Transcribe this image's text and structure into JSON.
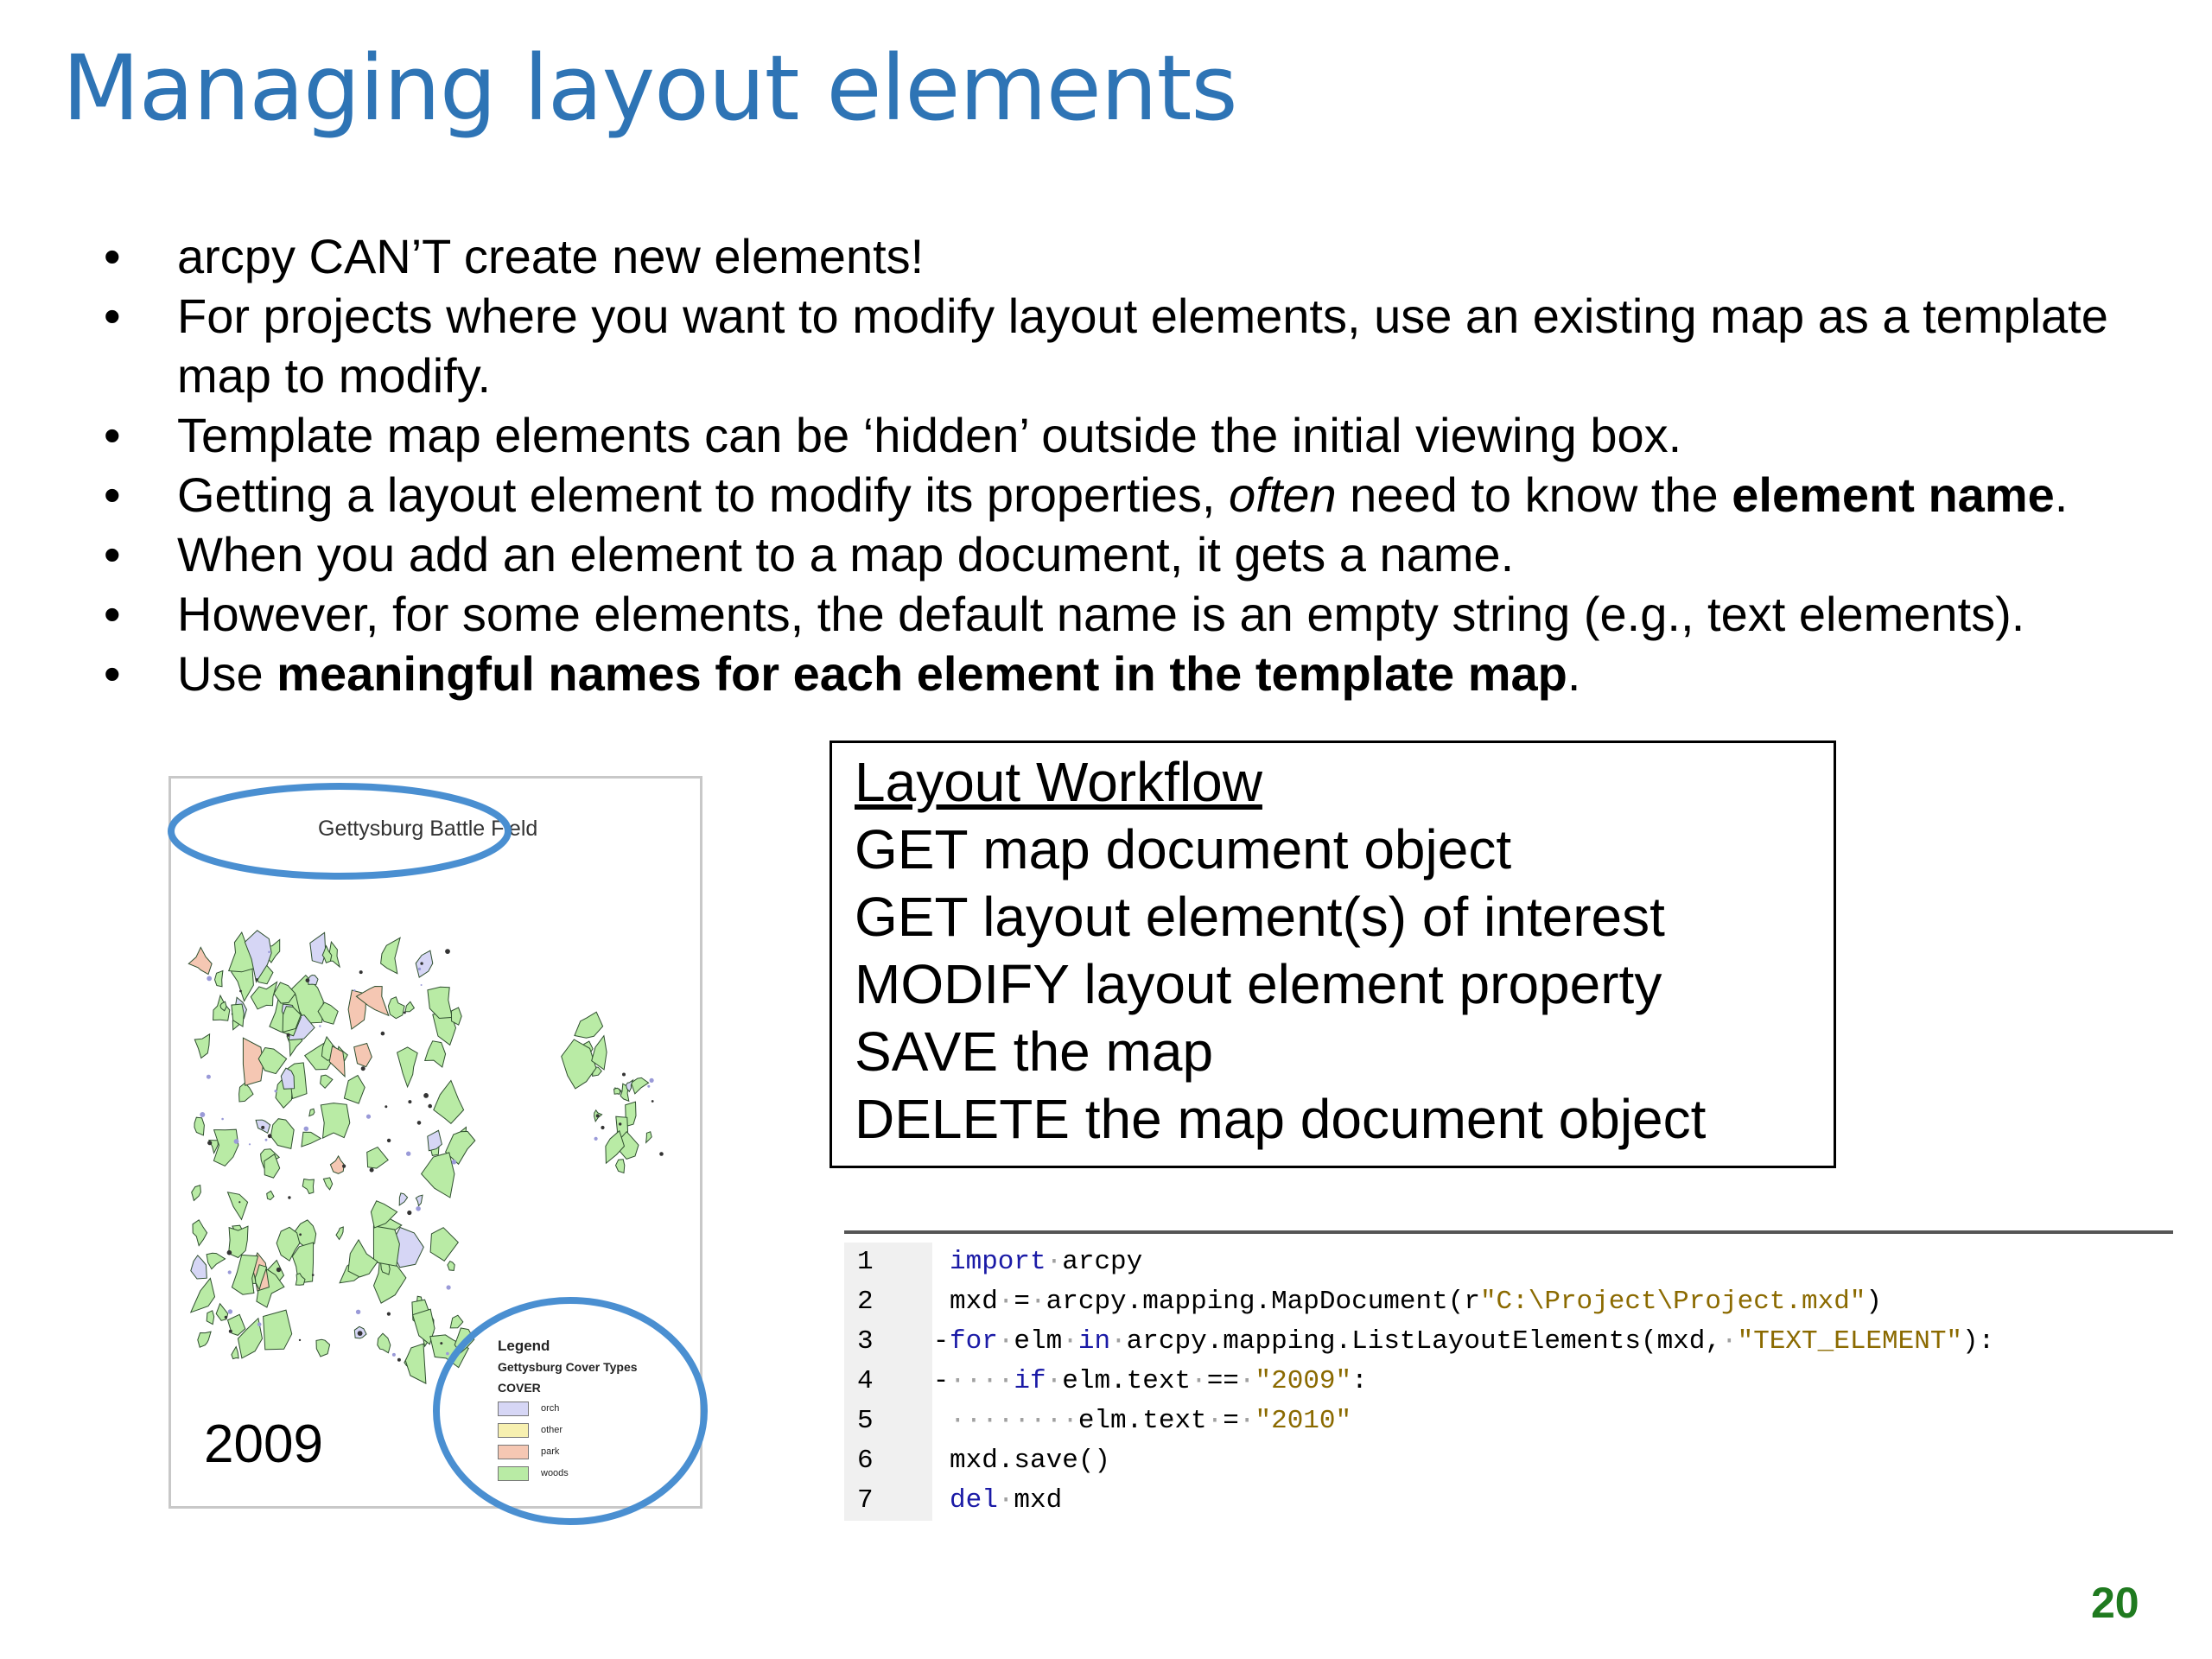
{
  "title": "Managing layout elements",
  "bullets": [
    {
      "t1": "arcpy CAN’T create new elements!"
    },
    {
      "t1": "For projects where you want to modify layout elements, use an existing map as a template map to modify."
    },
    {
      "t1": "Template map elements can be ‘hidden’ outside the initial viewing box."
    },
    {
      "t1": "Getting a layout element to modify its properties, ",
      "t2": "often",
      "t3": " need to know the ",
      "t4": "element name",
      "t5": "."
    },
    {
      "t1": "When you add an element to a map document, it gets a name."
    },
    {
      "t1": "However, for some elements, the default name is an empty string (e.g., text elements)."
    },
    {
      "t1": "Use ",
      "t2": "meaningful names for each element in the template map",
      "t3": "."
    }
  ],
  "map": {
    "title": "Gettysburg Battle Field",
    "year": "2009",
    "legend": {
      "title": "Legend",
      "subtitle": "Gettysburg Cover Types",
      "field": "COVER",
      "items": [
        {
          "label": "orch",
          "color": "#d6d6f5"
        },
        {
          "label": "other",
          "color": "#f7f0b0"
        },
        {
          "label": "park",
          "color": "#f5c7b3"
        },
        {
          "label": "woods",
          "color": "#b9eba5"
        }
      ]
    },
    "highlight_color": "#4a8fd1",
    "feature_color": "#b9eba5"
  },
  "workflow": {
    "title": "Layout Workflow",
    "steps": [
      "GET map document object",
      "GET layout element(s) of interest",
      "MODIFY layout element property",
      "SAVE the map",
      "DELETE the map document object"
    ]
  },
  "code": {
    "lines": [
      {
        "n": "1",
        "fold": "",
        "c": [
          [
            "kw",
            "import"
          ],
          [
            "ws",
            "·"
          ],
          [
            "t",
            "arcpy"
          ]
        ]
      },
      {
        "n": "2",
        "fold": "",
        "c": [
          [
            "t",
            "mxd"
          ],
          [
            "ws",
            "·"
          ],
          [
            "t",
            "="
          ],
          [
            "ws",
            "·"
          ],
          [
            "t",
            "arcpy.mapping.MapDocument(r"
          ],
          [
            "str",
            "\"C:\\Project\\Project.mxd\""
          ],
          [
            "t",
            ")"
          ]
        ]
      },
      {
        "n": "3",
        "fold": "-",
        "c": [
          [
            "kw",
            "for"
          ],
          [
            "ws",
            "·"
          ],
          [
            "t",
            "elm"
          ],
          [
            "ws",
            "·"
          ],
          [
            "kw",
            "in"
          ],
          [
            "ws",
            "·"
          ],
          [
            "t",
            "arcpy.mapping.ListLayoutElements(mxd,"
          ],
          [
            "ws",
            "·"
          ],
          [
            "str",
            "\"TEXT_ELEMENT\""
          ],
          [
            "t",
            "):"
          ]
        ]
      },
      {
        "n": "4",
        "fold": "-",
        "c": [
          [
            "ws",
            "····"
          ],
          [
            "kw",
            "if"
          ],
          [
            "ws",
            "·"
          ],
          [
            "t",
            "elm.text"
          ],
          [
            "ws",
            "·"
          ],
          [
            "t",
            "=="
          ],
          [
            "ws",
            "·"
          ],
          [
            "str",
            "\"2009\""
          ],
          [
            "t",
            ":"
          ]
        ]
      },
      {
        "n": "5",
        "fold": "",
        "c": [
          [
            "ws",
            "········"
          ],
          [
            "t",
            "elm.text"
          ],
          [
            "ws",
            "·"
          ],
          [
            "t",
            "="
          ],
          [
            "ws",
            "·"
          ],
          [
            "str",
            "\"2010\""
          ]
        ]
      },
      {
        "n": "6",
        "fold": "",
        "c": [
          [
            "t",
            "mxd.save()"
          ]
        ]
      },
      {
        "n": "7",
        "fold": "",
        "c": [
          [
            "kw",
            "del"
          ],
          [
            "ws",
            "·"
          ],
          [
            "t",
            "mxd"
          ]
        ]
      }
    ]
  },
  "page_number": "20"
}
